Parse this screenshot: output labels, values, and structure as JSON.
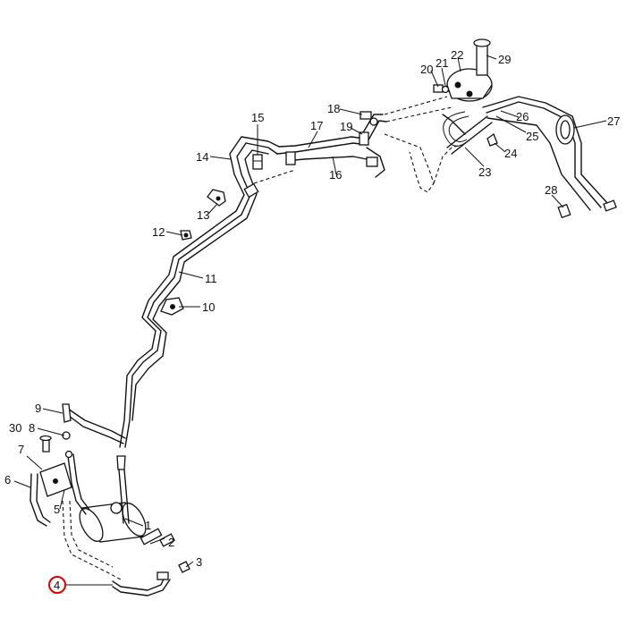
{
  "callouts": {
    "c1": "1",
    "c2": "2",
    "c3": "3",
    "c4": "4",
    "c5": "5",
    "c6": "6",
    "c7": "7",
    "c8": "8",
    "c9": "9",
    "c10": "10",
    "c11": "11",
    "c12": "12",
    "c13": "13",
    "c14": "14",
    "c15": "15",
    "c16": "16",
    "c17": "17",
    "c18": "18",
    "c19": "19",
    "c20": "20",
    "c21": "21",
    "c22": "22",
    "c23": "23",
    "c24": "24",
    "c25": "25",
    "c26": "26",
    "c27": "27",
    "c28": "28",
    "c29": "29",
    "c30": "30"
  },
  "highlight": {
    "part": "4",
    "color": "#e00000"
  }
}
